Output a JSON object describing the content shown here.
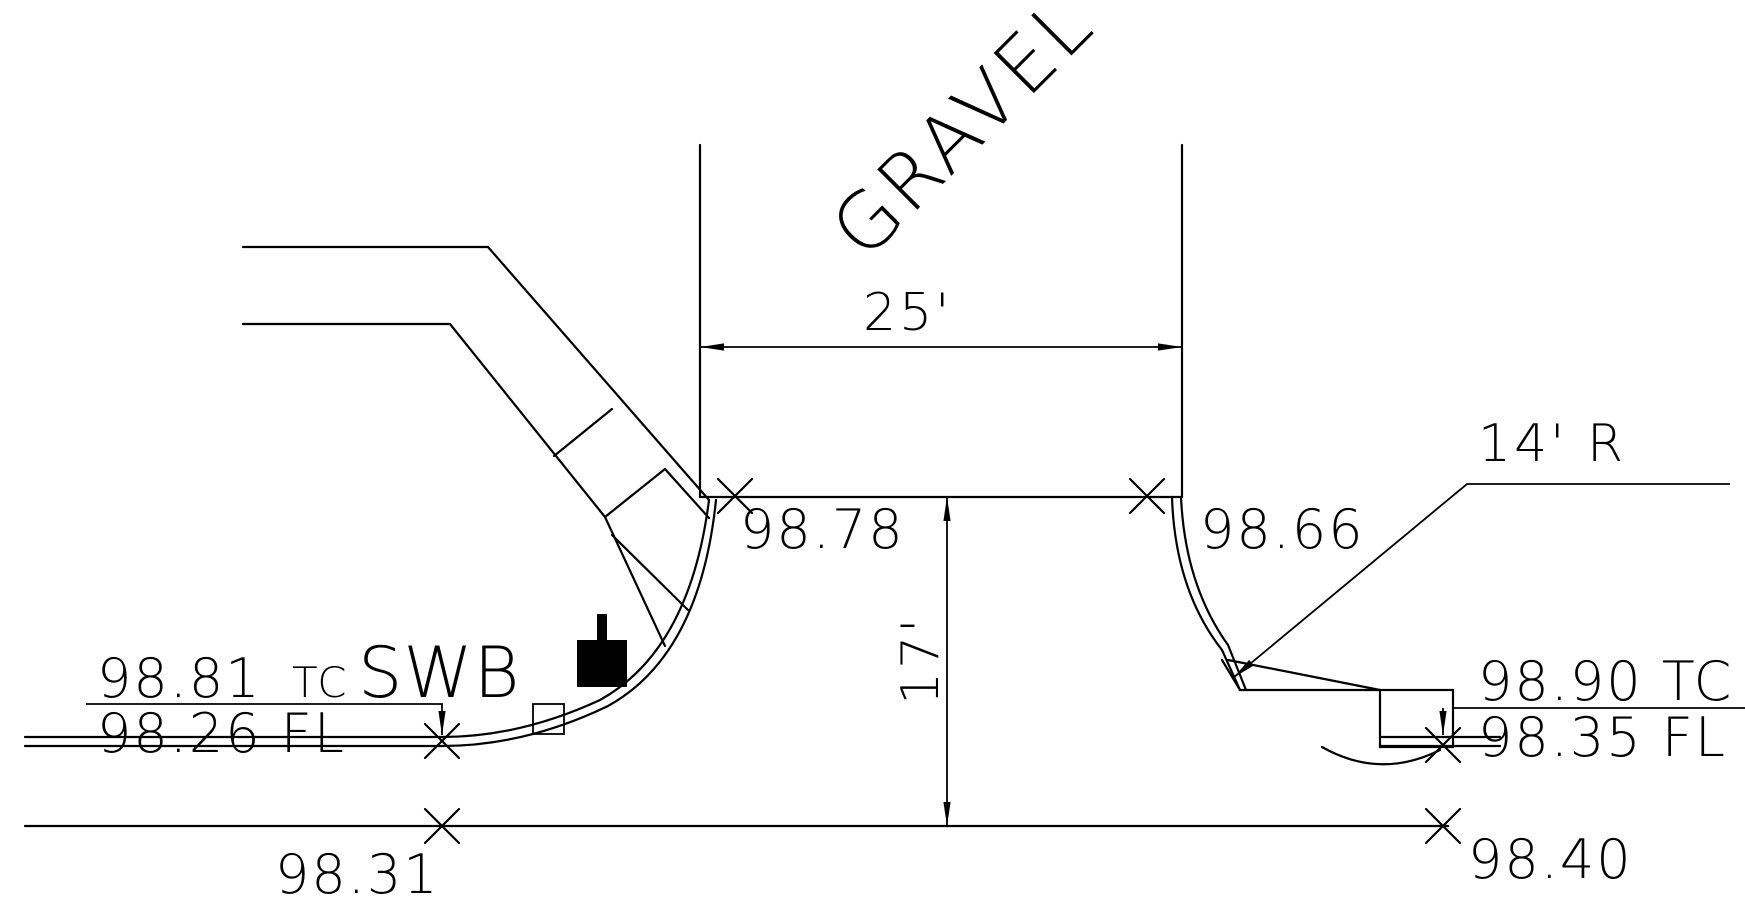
{
  "labels": {
    "surface": "GRAVEL",
    "width_dim": "25'",
    "depth_dim": "17'",
    "radius": "14' R",
    "elev_top_left": "98.78",
    "elev_top_right": "98.66",
    "elev_bottom_left": "98.31",
    "elev_bottom_right": "98.40",
    "left_tc_value": "98.81",
    "left_tc_suffix": "TC",
    "swb": "SWB",
    "left_fl": "98.26 FL",
    "right_tc": "98.90 TC",
    "right_fl": "98.35 FL"
  }
}
